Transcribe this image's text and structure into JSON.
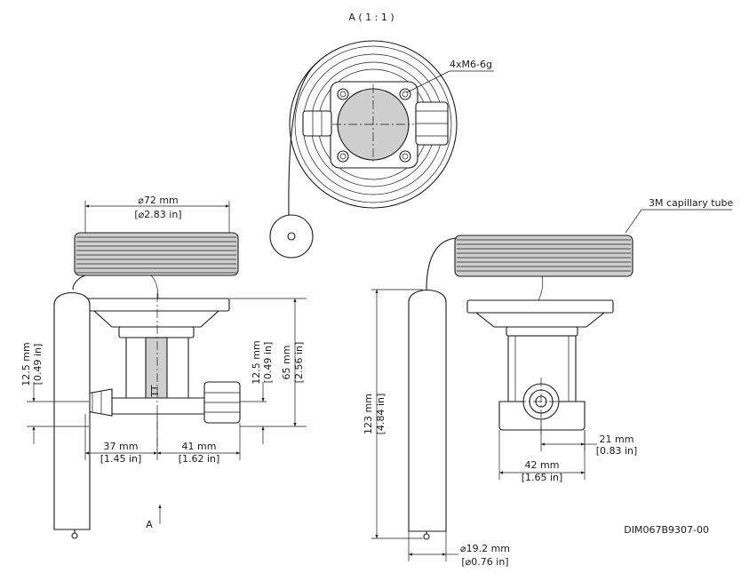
{
  "view_label": "A ( 1 : 1 )",
  "thread_label": "4xM6-6g",
  "capillary_label": "3M capillary tube",
  "dims": {
    "bulb_diam_mm": "⌀72 mm",
    "bulb_diam_in": "[⌀2.83 in]",
    "left_12_5_mm": "12.5 mm",
    "left_12_5_in": "[0.49 in]",
    "mid_12_5_mm": "12.5 mm",
    "mid_12_5_in": "[0.49 in]",
    "h65_mm": "65 mm",
    "h65_in": "[2.56 in]",
    "w37_mm": "37 mm",
    "w37_in": "[1.45 in]",
    "w41_mm": "41 mm",
    "w41_in": "[1.62 in]",
    "h123_mm": "123 mm",
    "h123_in": "[4.84 in]",
    "w21_mm": "21 mm",
    "w21_in": "[0.83 in]",
    "w42_mm": "42 mm",
    "w42_in": "[1.65 in]",
    "d19_mm": "⌀19.2 mm",
    "d19_in": "[⌀0.76 in]"
  },
  "view_arrow_label": "A",
  "drawing_id": "DIM067B9307-00",
  "valve_marking": "TT"
}
